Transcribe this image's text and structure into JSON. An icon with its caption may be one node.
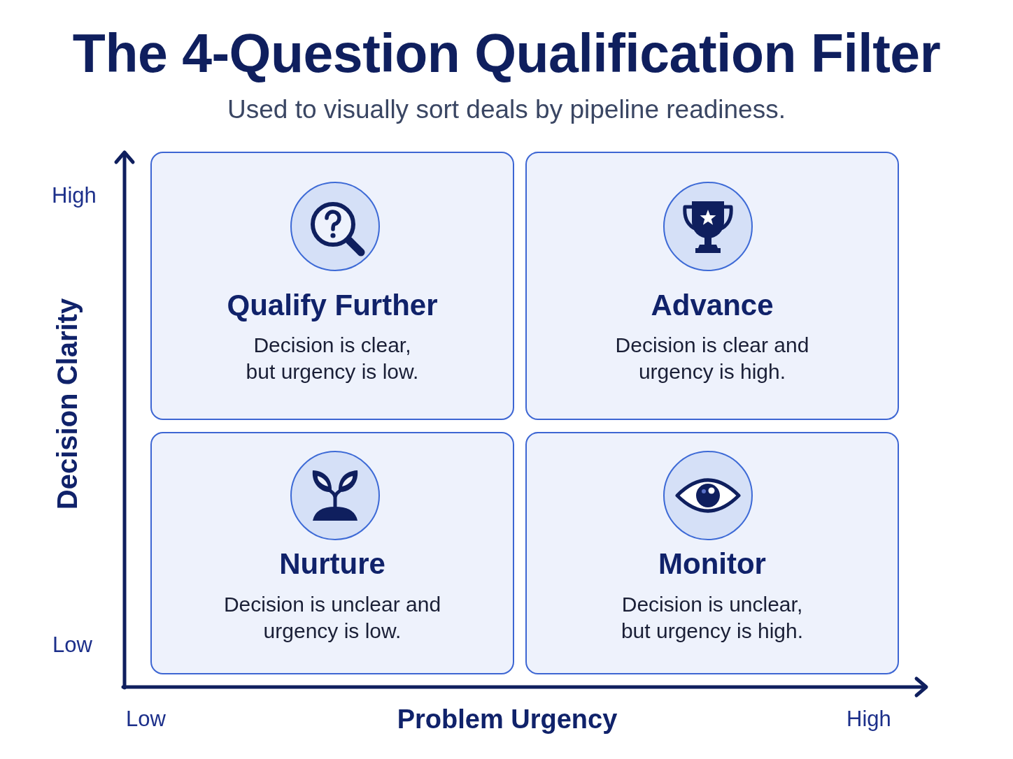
{
  "diagram": {
    "title": "The 4-Question Qualification Filter",
    "nodes": [
      {
        "text": [
          "Qualify Further",
          "Decision is clear, but urgency is low."
        ]
      },
      {
        "text": [
          "Advance",
          "Decision is clear and urgency is high."
        ]
      },
      {
        "text": [
          "Nurture",
          "Decision is unclear and urgency is low."
        ]
      },
      {
        "text": [
          "Monitor",
          "Decision is unclear, but urgency is high."
        ]
      }
    ],
    "labels": [
      "Used to visually sort deals by pipeline readiness.",
      "High",
      "Decision Clarity",
      "Low",
      "Low",
      "Problem Urgency",
      "High"
    ]
  }
}
